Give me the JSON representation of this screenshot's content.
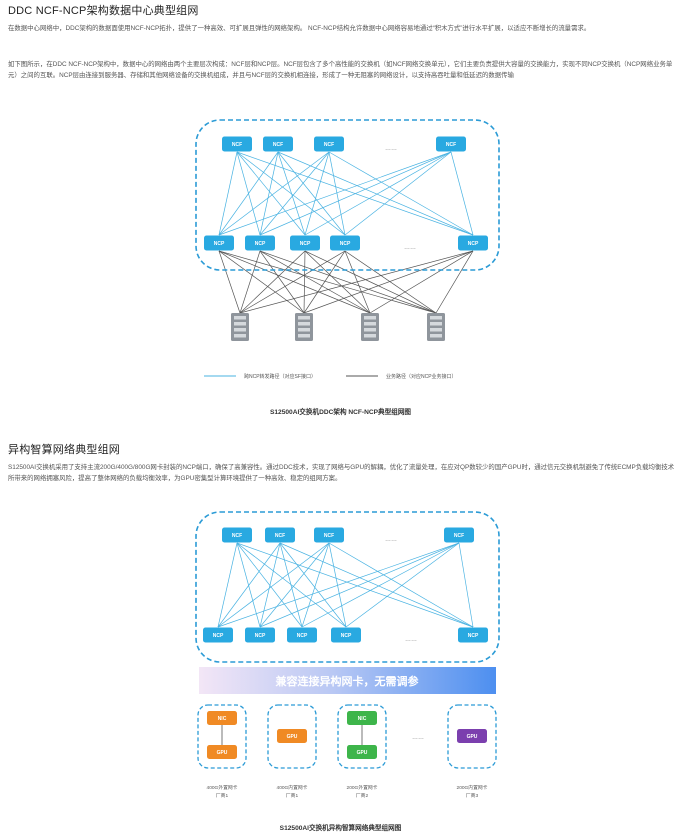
{
  "section1": {
    "title": "DDC NCF-NCP架构数据中心典型组网",
    "para1": "在数据中心网络中，DDC架构的数据面使用NCF-NCP拓扑，提供了一种高效、可扩展且弹性的网络架构。 NCF-NCP结构允许数据中心网络容易地通过“积木方式”进行水平扩展，以适应不断增长的流量需求。",
    "para2": "如下图所示，在DDC NCF-NCP架构中，数据中心的网络由两个主要层次构成：NCF层和NCP层。NCF层包含了多个高性能的交换机（如NCF网络交换单元），它们主要负责提供大容量的交换能力，实现不同NCP交换机（NCP网络业务单元）之间的互联。NCP层由连接到服务器、存储和其他网络设备的交换机组成，并且与NCF层的交换机相连接，形成了一种无阻塞的网络设计，以支持高吞吐量和低延迟的数据传输",
    "caption": "S12500AI交换机DDC架构 NCF-NCP典型组网图"
  },
  "diagram1": {
    "ncf_label": "NCF",
    "ncp_label": "NCP",
    "ellipsis": "……",
    "legend_cross": "跨NCP转发路径（对应SF接口）",
    "legend_service": "业务路径（对应NCP业务接口）",
    "colors": {
      "node": "#29a9e1",
      "link": "#4ab3e2",
      "service": "#555555",
      "border": "#2b9bd6"
    }
  },
  "section2": {
    "title": "异构智算网络典型组网",
    "para1": "S12500AI交换机采用了支持主流200G/400G/800G网卡封装的NCP端口，确保了高兼容性。通过DDC技术，实现了网络与GPU的解耦，优化了流量处理，在应对QP数较少的国产GPU时，通过信元交换机制避免了传统ECMP负载均衡技术所带来的网络拥塞风险，提高了整体网络的负载均衡效率，为GPU密集型计算环境提供了一种高效、稳定的组网方案。",
    "caption": "S12500AI交换机异构智算网络典型组网图"
  },
  "diagram2": {
    "banner": "兼容连接异构网卡，无需调参",
    "nic_label": "NIC",
    "gpu_label": "GPU",
    "groups": [
      {
        "line1": "400G外置网卡",
        "line2": "厂商1"
      },
      {
        "line1": "400G内置网卡",
        "line2": "厂商1"
      },
      {
        "line1": "200G外置网卡",
        "line2": "厂商2"
      },
      {
        "line1": "200G内置网卡",
        "line2": "厂商3"
      }
    ],
    "colors": {
      "nic": "#f08a24",
      "gpu_orange": "#f08a24",
      "nic_green": "#3db54a",
      "gpu_green": "#3db54a",
      "gpu_purple": "#7b3fae"
    }
  }
}
